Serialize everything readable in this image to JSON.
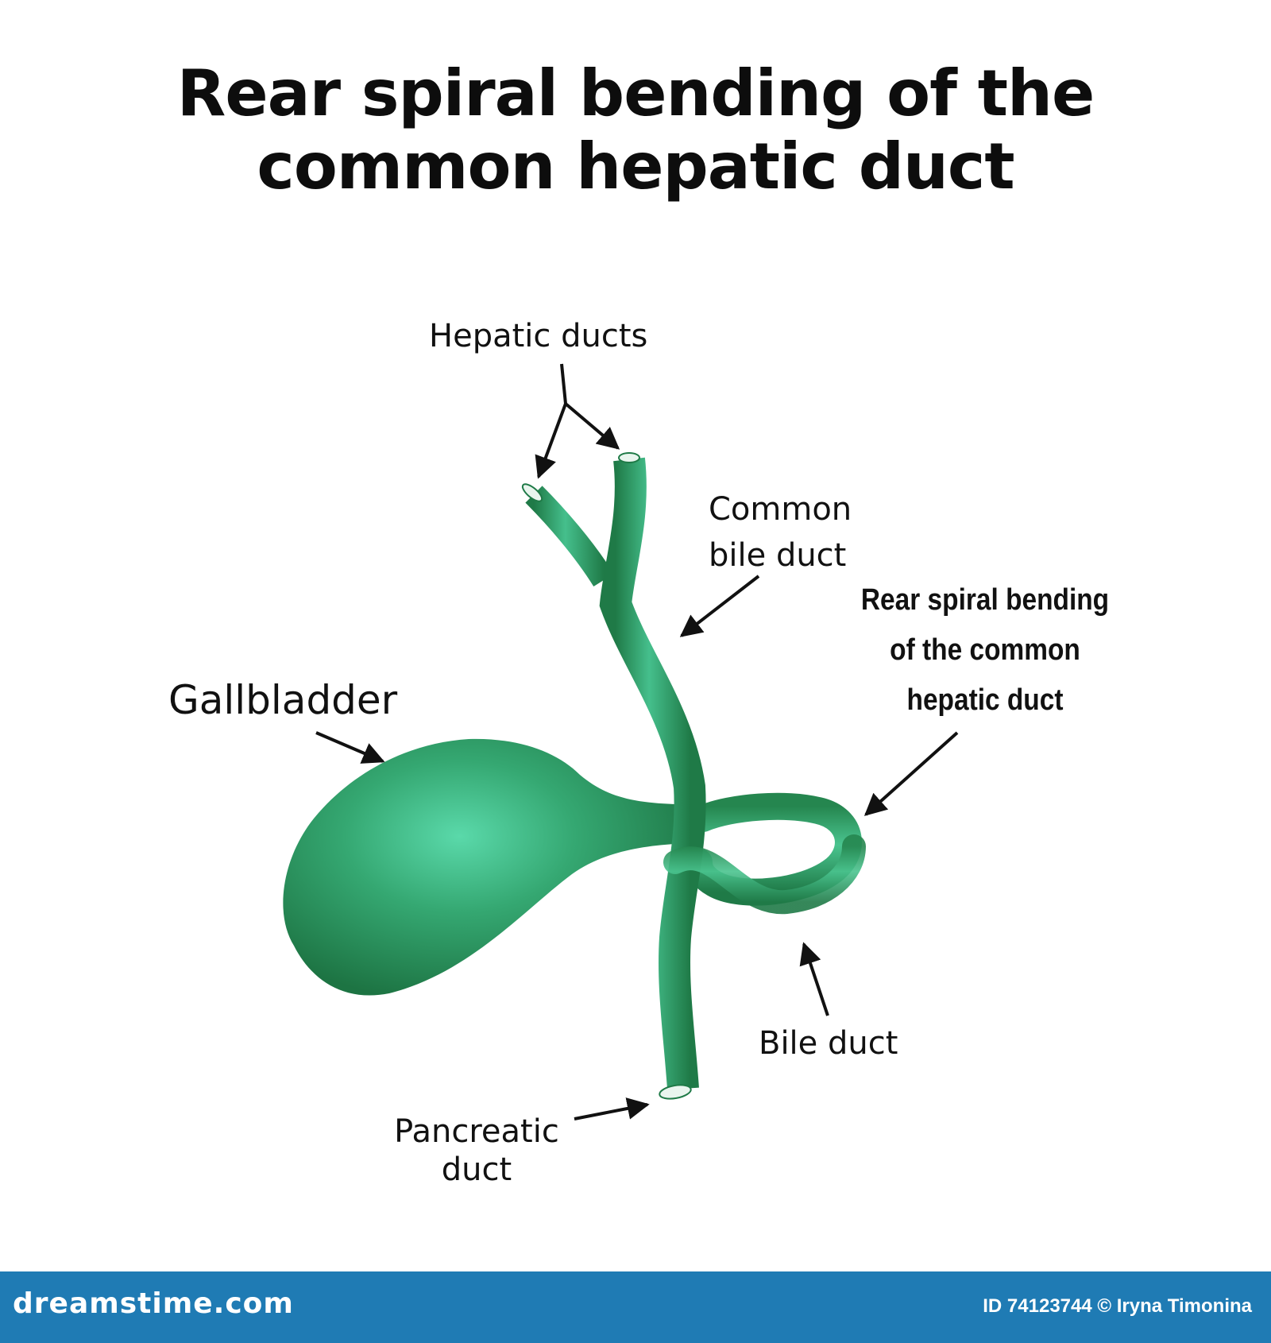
{
  "title": {
    "line1": "Rear spiral bending of the",
    "line2": "common hepatic duct"
  },
  "labels": {
    "hepatic_ducts": "Hepatic ducts",
    "common_bile_duct": [
      "Common",
      "bile duct"
    ],
    "rear_spiral_bending": [
      "Rear spiral bending",
      "of the common",
      "hepatic duct"
    ],
    "gallbladder": "Gallbladder",
    "bile_duct": "Bile duct",
    "pancreatic_duct": [
      "Pancreatic",
      "duct"
    ]
  },
  "footer": {
    "brand": "dreamstime.com",
    "credit": "ID 74123744 © Iryna Timonina"
  },
  "colors": {
    "organ_dark": "#1f7a45",
    "organ_mid": "#2f9b64",
    "organ_light": "#4fd4a4",
    "footer_bg": "#1f7bb4"
  }
}
